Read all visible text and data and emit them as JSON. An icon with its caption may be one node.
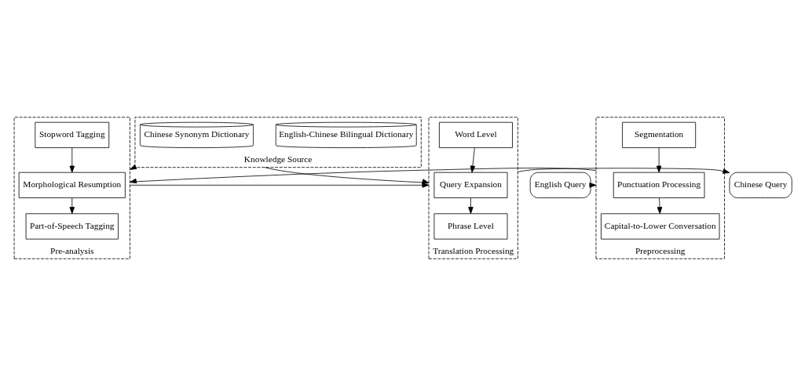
{
  "diagram": {
    "nodes": [
      {
        "text": [
          "Knowledge Source"
        ]
      },
      {
        "text": [
          "English-Chinese Bilingual Dictionary"
        ],
        "in": 0
      },
      {
        "text": [
          "Chinese Synonym Dictionary"
        ],
        "in": 0
      },
      {
        "text": [
          "English Query"
        ]
      },
      {
        "text": [
          "Preprocessing"
        ]
      },
      {
        "text": [
          "Segmentation"
        ],
        "in": 4
      },
      {
        "text": [
          "Punctuation Processing"
        ],
        "in": 4
      },
      {
        "text": [
          "Capital-to-Lower Conversation"
        ],
        "in": 4
      },
      {
        "text": [
          "Pre-analysis"
        ]
      },
      {
        "text": [
          "Stopword Tagging"
        ],
        "in": 8
      },
      {
        "text": [
          "Morphological Resumption"
        ],
        "in": 8
      },
      {
        "text": [
          "Part-of-Speech Tagging"
        ],
        "in": 8
      },
      {
        "text": [
          "Translation Processing"
        ]
      },
      {
        "text": [
          "Word Level"
        ],
        "in": 12
      },
      {
        "text": [
          "Query Expansion"
        ],
        "in": 12
      },
      {
        "text": [
          "Phrase Level"
        ],
        "in": 12
      },
      {
        "text": [
          "Chinese Query"
        ]
      }
    ],
    "edges": [
      {
        "from": 0,
        "to": 8,
        "arrow": "to"
      },
      {
        "from": 0,
        "to": 12,
        "arrow": "to"
      },
      {
        "from": 3,
        "to": 4,
        "arrow": "to"
      },
      {
        "from": 5,
        "to": 6,
        "arrow": "to"
      },
      {
        "from": 6,
        "to": 7,
        "arrow": "to"
      },
      {
        "from": 4,
        "to": 8,
        "arrow": "to"
      },
      {
        "from": 9,
        "to": 10,
        "arrow": "to"
      },
      {
        "from": 10,
        "to": 11,
        "arrow": "to"
      },
      {
        "from": 8,
        "to": 12,
        "arrow": "to"
      },
      {
        "from": 13,
        "to": 14,
        "arrow": "to"
      },
      {
        "from": 14,
        "to": 15,
        "arrow": "to"
      },
      {
        "from": 12,
        "to": 16,
        "arrow": "to"
      }
    ]
  }
}
